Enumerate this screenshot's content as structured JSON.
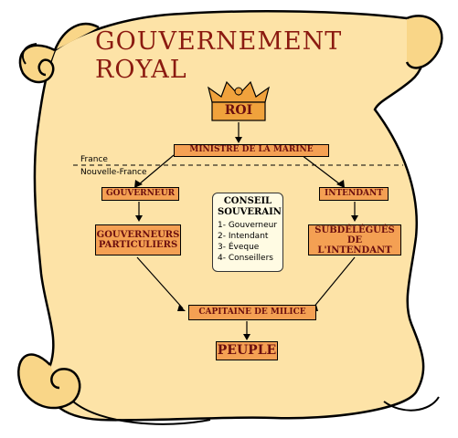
{
  "title": "GOUVERNEMENT ROYAL",
  "nodes": {
    "roi": "ROI",
    "ministre": "MINISTRE DE LA MARINE",
    "gouverneur": "GOUVERNEUR",
    "intendant": "INTENDANT",
    "gouverneurs_line1": "GOUVERNEURS",
    "gouverneurs_line2": "PARTICULIERS",
    "subdelegues_line1": "SUBDÉLÉGUÉS",
    "subdelegues_line2": "DE L'INTENDANT",
    "capitaine": "CAPITAINE DE MILICE",
    "peuple": "PEUPLE"
  },
  "conseil": {
    "title_line1": "CONSEIL",
    "title_line2": "SOUVERAIN",
    "members": [
      "1- Gouverneur",
      "2- Intendant",
      "3- Éveque",
      "4- Conseillers"
    ]
  },
  "divider": {
    "upper": "France",
    "lower": "Nouvelle-France"
  },
  "colors": {
    "parchment": "#fde3a7",
    "node_fill": "#f4a053",
    "title_text": "#8b1a10",
    "node_text": "#6b0f0f",
    "crown": "#f0a23c"
  }
}
